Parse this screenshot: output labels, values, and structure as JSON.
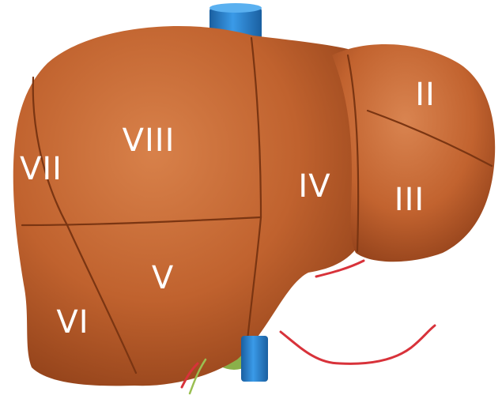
{
  "colors": {
    "background": "#ffffff",
    "liver": "#c0622e",
    "liver_dark": "#8e3f18",
    "liver_light": "#d8814a",
    "segment_line": "#7a3512",
    "vena_cava": "#2a86d6",
    "vena_cava_dark": "#1a5fa0",
    "artery": "#d8323a",
    "gallbladder": "#8ab04a",
    "label": "#ffffff"
  },
  "segments": {
    "II": "II",
    "III": "III",
    "IV": "IV",
    "V": "V",
    "VI": "VI",
    "VII": "VII",
    "VIII": "VIII"
  }
}
